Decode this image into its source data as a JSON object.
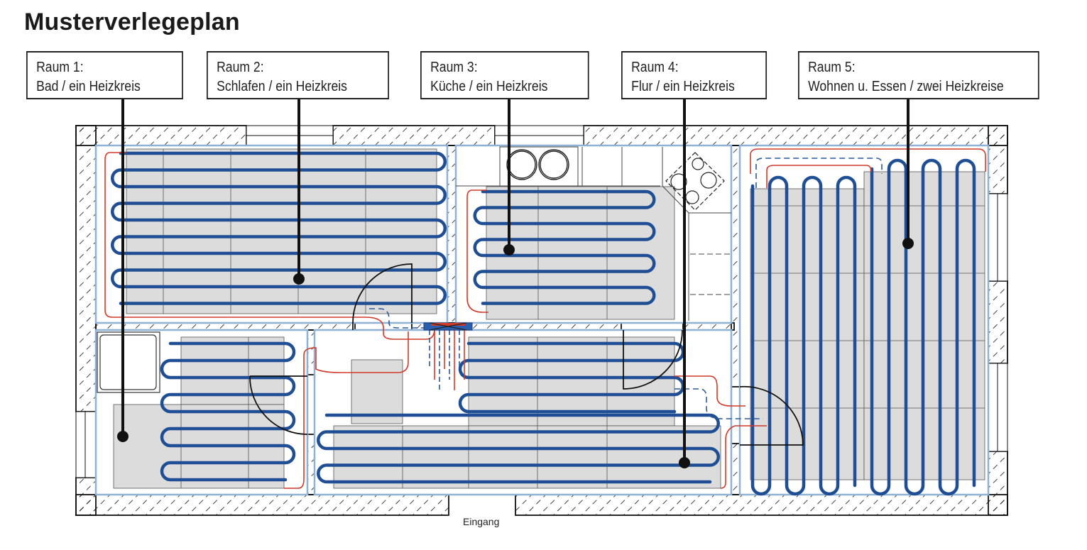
{
  "title": "Musterverlegeplan",
  "rooms": [
    {
      "number_label": "Raum 1:",
      "description": "Bad / ein Heizkreis",
      "heating_circuits": 1
    },
    {
      "number_label": "Raum 2:",
      "description": "Schlafen / ein Heizkreis",
      "heating_circuits": 1
    },
    {
      "number_label": "Raum 3:",
      "description": "Küche / ein Heizkreis",
      "heating_circuits": 1
    },
    {
      "number_label": "Raum 4:",
      "description": "Flur / ein Heizkreis",
      "heating_circuits": 1
    },
    {
      "number_label": "Raum 5:",
      "description": "Wohnen u. Essen / zwei Heizkreise",
      "heating_circuits": 2
    }
  ],
  "entrance_label": "Eingang",
  "colors": {
    "pipe": "#1f4e94",
    "supply_line": "#d23a2a",
    "return_line": "#2a5a9a",
    "panel": "#dcdcdc",
    "insulation_edge": "#8fb1d3",
    "wall_line": "#111111"
  },
  "icons": {
    "manifold": "heating-manifold-icon",
    "stove": "cooktop-icon",
    "sink": "double-sink-icon",
    "bathtub": "shower-tray-icon"
  }
}
